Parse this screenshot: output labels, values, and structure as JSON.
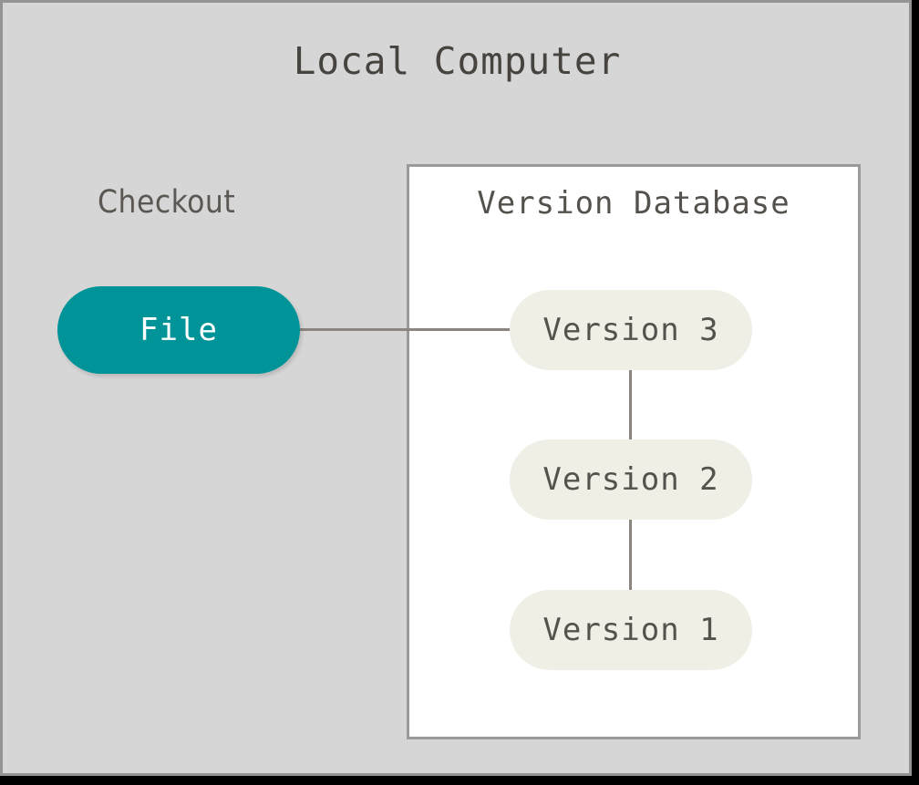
{
  "diagram": {
    "title": "Local Computer",
    "background_color": "#d6d6d6",
    "frame_border_color": "#949494",
    "title_color": "#47433f",
    "connector_color": "#8a857f"
  },
  "checkout": {
    "label": "Checkout",
    "file_node": {
      "label": "File",
      "fill_color": "#009499",
      "text_color": "#ffffff"
    }
  },
  "version_database": {
    "title": "Version Database",
    "panel_background": "#ffffff",
    "panel_border_color": "#9a9a9a",
    "node_fill_color": "#efefe6",
    "node_text_color": "#55524d",
    "versions": [
      {
        "label": "Version 3"
      },
      {
        "label": "Version 2"
      },
      {
        "label": "Version 1"
      }
    ]
  }
}
